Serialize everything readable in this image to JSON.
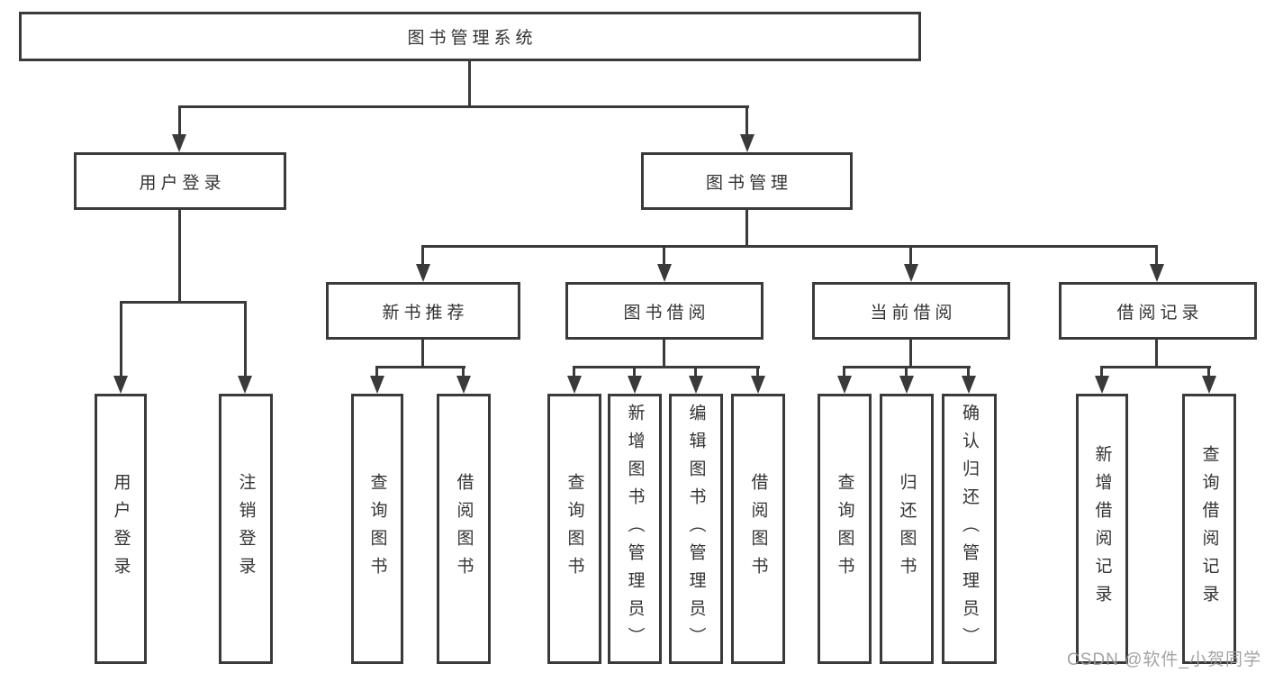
{
  "diagram": {
    "title": "图书管理系统",
    "user_login": {
      "label": "用户登录",
      "children": [
        "用户登录",
        "注销登录"
      ]
    },
    "book_mgmt": {
      "label": "图书管理",
      "groups": [
        {
          "label": "新书推荐",
          "children": [
            "查询图书",
            "借阅图书"
          ]
        },
        {
          "label": "图书借阅",
          "children": [
            "查询图书",
            "新增图书（管理员）",
            "编辑图书（管理员）",
            "借阅图书"
          ]
        },
        {
          "label": "当前借阅",
          "children": [
            "查询图书",
            "归还图书",
            "确认归还（管理员）"
          ]
        },
        {
          "label": "借阅记录",
          "children": [
            "新增借阅记录",
            "查询借阅记录"
          ]
        }
      ]
    }
  },
  "watermark": "CSDN @软件_小贺同学",
  "colors": {
    "line": "#3a3a3a",
    "text": "#333333",
    "watermark": "#9c9c9c",
    "background": "#ffffff"
  }
}
